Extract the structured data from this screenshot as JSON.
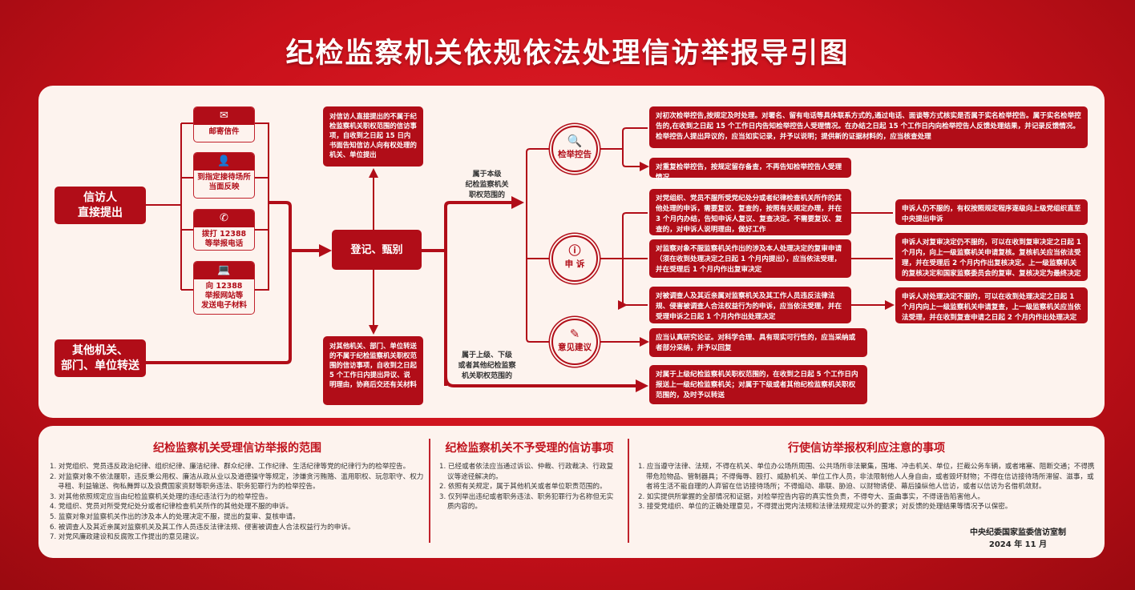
{
  "title": "纪检监察机关依规依法处理信访举报导引图",
  "sources": {
    "direct": "信访人\n直接提出",
    "transfer": "其他机关、\n部门、单位转送"
  },
  "channels": [
    {
      "icon": "mail-icon",
      "label": "邮寄信件"
    },
    {
      "icon": "person-chat-icon",
      "label": "到指定接待场所\n当面反映"
    },
    {
      "icon": "phone-icon",
      "label": "拨打 12388\n等举报电话"
    },
    {
      "icon": "laptop-icon",
      "label": "向 12388\n举报网站等\n发送电子材料"
    }
  ],
  "register": "登记、甄别",
  "notice_direct": "对信访人直接提出的不属于纪检监察机关职权范围的信访事项，自收到之日起 15 日内书面告知信访人向有权处理的机关、单位提出",
  "notice_transfer": "对其他机关、部门、单位转送的不属于纪检监察机关职权范围的信访事项，自收到之日起 5 个工作日内提出异议、说明理由，协商后交还有关材料",
  "branch_labels": {
    "own": "属于本级\n纪检监察机关\n职权范围的",
    "other": "属于上级、下级\n或者其他纪检监察\n机关职权范围的"
  },
  "categories": [
    {
      "icon": "document-search-icon",
      "label": "检举控告"
    },
    {
      "icon": "document-alert-icon",
      "label": "申 诉"
    },
    {
      "icon": "document-edit-icon",
      "label": "意见建议"
    }
  ],
  "accusation": [
    "对初次检举控告,按规定及时处理。对署名、留有电话等具体联系方式的,通过电话、面谈等方式核实是否属于实名检举控告。属于实名检举控告的,在收到之日起 15 个工作日内告知检举控告人受理情况。在办结之日起 15 个工作日内向检举控告人反馈处理结果，并记录反馈情况。检举控告人提出异议的，应当如实记录，并予以说明；提供新的证据材料的，应当核查处理",
    "对重复检举控告，按规定留存备查，不再告知检举控告人受理情况"
  ],
  "appeal": [
    "对党组织、党员不服所受党纪处分或者纪律检查机关所作的其他处理的申诉，需要复议、复查的，按照有关规定办理，并在 3 个月内办结，告知申诉人复议、复查决定。不需要复议、复查的，对申诉人说明理由，做好工作",
    "对监察对象不服监察机关作出的涉及本人处理决定的复审申请（须在收到处理决定之日起 1 个月内提出），应当依法受理，并在受理后 1 个月内作出复审决定",
    "对被调查人及其近亲属对监察机关及其工作人员违反法律法规、侵害被调查人合法权益行为的申诉，应当依法受理，并在受理申诉之日起 1 个月内作出处理决定"
  ],
  "appeal_followup": [
    "申诉人仍不服的，有权按照规定程序逐级向上级党组织直至中央提出申诉",
    "申诉人对复审决定仍不服的，可以在收到复审决定之日起 1 个月内，向上一级监察机关申请复核。复核机关应当依法受理，并在受理后 2 个月内作出复核决定。上一级监察机关的复核决定和国家监察委员会的复审、复核决定为最终决定",
    "申诉人对处理决定不服的，可以在收到处理决定之日起 1 个月内向上一级监察机关申请复查，上一级监察机关应当依法受理，并在收到复查申请之日起 2 个月内作出处理决定"
  ],
  "suggestion": "应当认真研究论证。对科学合理、具有现实可行性的，应当采纳或者部分采纳，并予以回复",
  "transfer_other": "对属于上级纪检监察机关职权范围的，在收到之日起 5 个工作日内报送上一级纪检监察机关；对属于下级或者其他纪检监察机关职权范围的，及时予以转送",
  "scope": {
    "title": "纪检监察机关受理信访举报的范围",
    "items": [
      "1. 对党组织、党员违反政治纪律、组织纪律、廉洁纪律、群众纪律、工作纪律、生活纪律等党的纪律行为的检举控告。",
      "2. 对监察对象不依法履职，违反秉公用权、廉洁从政从业以及道德操守等规定，涉嫌贪污贿赂、滥用职权、玩忽职守、权力寻租、利益输送、徇私舞弊以及浪费国家资财等职务违法、职务犯罪行为的检举控告。",
      "3. 对其他依照规定应当由纪检监察机关处理的违纪违法行为的检举控告。",
      "4. 党组织、党员对所受党纪处分或者纪律检查机关所作的其他处理不服的申诉。",
      "5. 监察对象对监察机关作出的涉及本人的处理决定不服，提出的复审、复核申请。",
      "6. 被调查人及其近亲属对监察机关及其工作人员违反法律法规、侵害被调查人合法权益行为的申诉。",
      "7. 对党风廉政建设和反腐败工作提出的意见建议。"
    ]
  },
  "not_accepted": {
    "title": "纪检监察机关不予受理的信访事项",
    "items": [
      "1. 已经或者依法应当通过诉讼、仲裁、行政裁决、行政复议等途径解决的。",
      "2. 依照有关规定，属于其他机关或者单位职责范围的。",
      "3. 仅列举出违纪或者职务违法、职务犯罪行为名称但无实质内容的。"
    ]
  },
  "notes": {
    "title": "行使信访举报权利应注意的事项",
    "items": [
      "1. 应当遵守法律、法规，不得在机关、单位办公场所周围、公共场所非法聚集，围堵、冲击机关、单位，拦截公务车辆，或者堵塞、阻断交通；不得携带危险物品、管制器具；不得侮辱、殴打、威胁机关、单位工作人员，非法限制他人人身自由，或者毁坏财物；不得在信访接待场所滞留、滋事，或者将生活不能自理的人弃留在信访接待场所；不得煽动、串联、胁迫、以财物诱使、幕后操纵他人信访，或者以信访为名借机敛财。",
      "2. 如实提供所掌握的全部情况和证据，对检举控告内容的真实性负责，不得夸大、歪曲事实，不得诬告陷害他人。",
      "3. 接受党组织、单位的正确处理意见，不得提出党内法规和法律法规规定以外的要求；对反馈的处理结果等情况予以保密。"
    ]
  },
  "issuer": "中央纪委国家监委信访室制",
  "date": "2024 年 11 月",
  "colors": {
    "primary": "#b10d18",
    "panel": "#fdf3ee"
  }
}
